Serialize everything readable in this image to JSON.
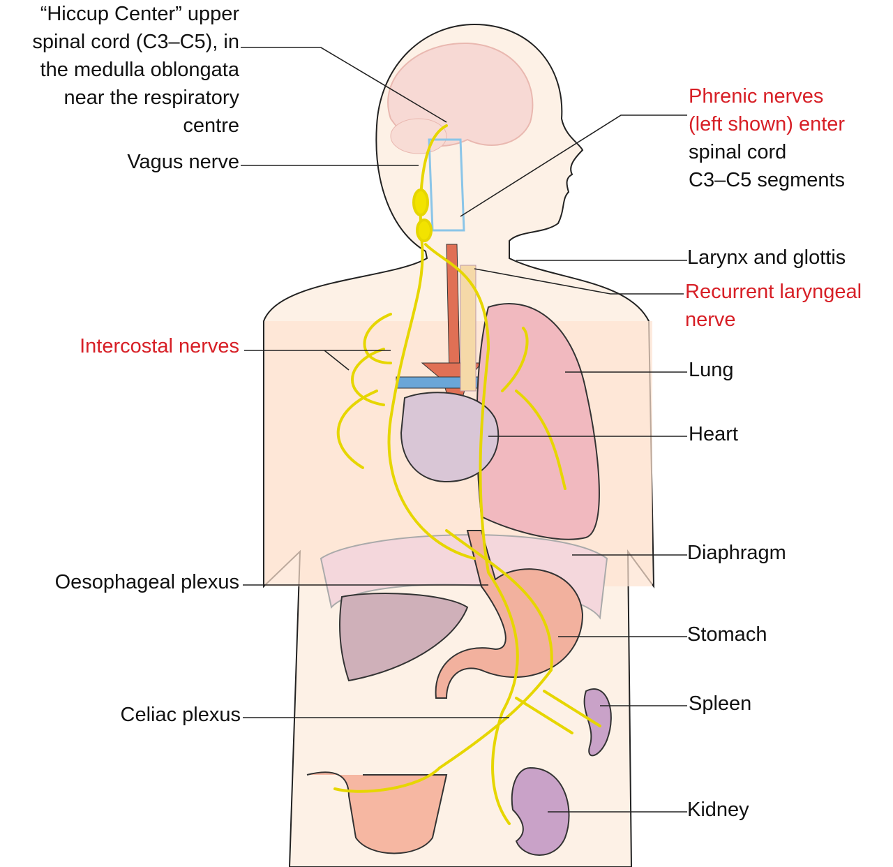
{
  "labels": {
    "hiccup_center": [
      "“Hiccup Center” upper",
      "spinal cord (C3–C5), in",
      "the medulla oblongata",
      "near the respiratory",
      "centre"
    ],
    "vagus_nerve": "Vagus nerve",
    "phrenic_nerves": [
      "Phrenic nerves",
      "(left shown) enter",
      "spinal cord",
      "C3–C5 segments"
    ],
    "larynx": "Larynx and glottis",
    "recurrent_laryngeal": [
      "Recurrent laryngeal",
      "nerve"
    ],
    "intercostal_nerves": "Intercostal nerves",
    "lung": "Lung",
    "heart": "Heart",
    "diaphragm": "Diaphragm",
    "oesophageal_plexus": "Oesophageal plexus",
    "stomach": "Stomach",
    "celiac_plexus": "Celiac plexus",
    "spleen": "Spleen",
    "kidney": "Kidney"
  },
  "colors": {
    "highlight_label": "#d71f26",
    "nerve": "#f2e300",
    "skin": "#fdf1e6",
    "chest": "#fde4d2"
  }
}
